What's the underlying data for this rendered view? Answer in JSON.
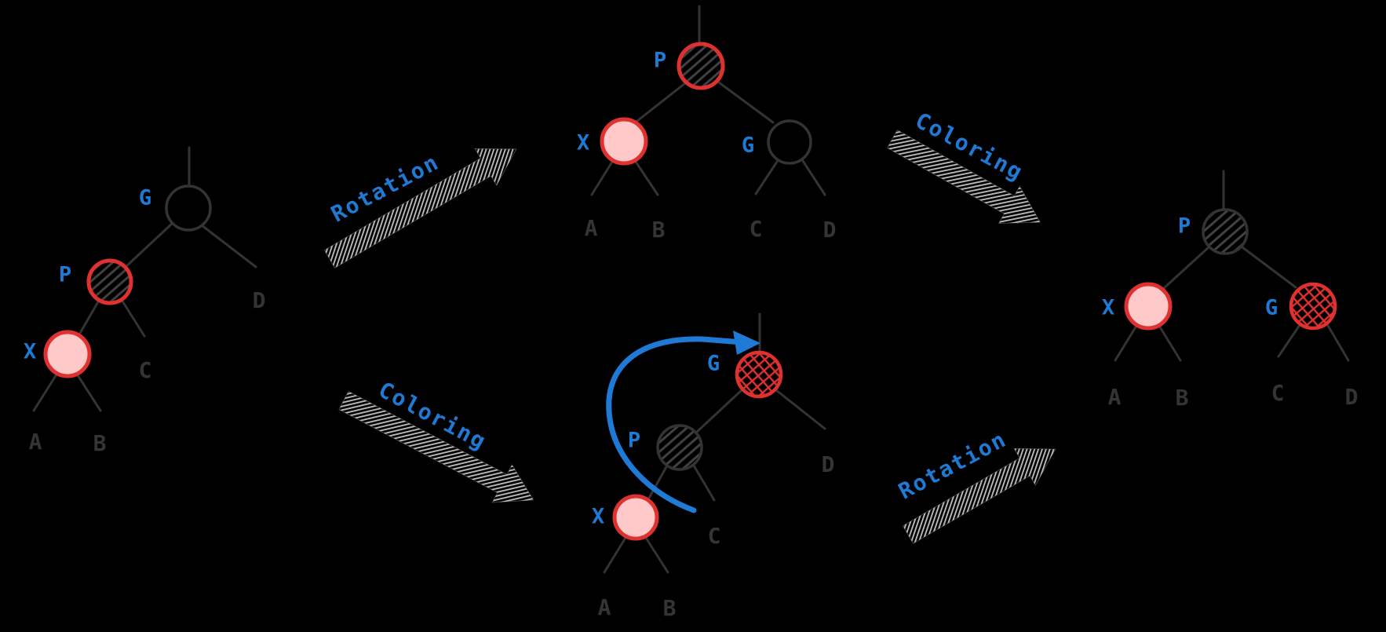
{
  "colors": {
    "background": "#000000",
    "blue": "#1e7ad4",
    "red": "#e03131",
    "pink": "#ffc9c9",
    "dark_stroke": "#333333",
    "dark_hatch": "#414141",
    "arrow_hatch": "#b9b9b9",
    "leaf_label": "#343434"
  },
  "arrows": {
    "top_rotation": {
      "label": "Rotation"
    },
    "top_coloring": {
      "label": "Coloring"
    },
    "bottom_coloring": {
      "label": "Coloring"
    },
    "bottom_rotation": {
      "label": "Rotation"
    }
  },
  "trees": {
    "initial": {
      "nodes": {
        "g": {
          "label": "G",
          "style": "black-outline"
        },
        "p": {
          "label": "P",
          "style": "red-hatched"
        },
        "x": {
          "label": "X",
          "style": "red-filled"
        }
      },
      "leaves": {
        "a": "A",
        "b": "B",
        "c": "C",
        "d": "D"
      }
    },
    "after_rotation": {
      "nodes": {
        "p": {
          "label": "P",
          "style": "red-hatched"
        },
        "x": {
          "label": "X",
          "style": "red-filled"
        },
        "g": {
          "label": "G",
          "style": "black-outline"
        }
      },
      "leaves": {
        "a": "A",
        "b": "B",
        "c": "C",
        "d": "D"
      }
    },
    "after_coloring": {
      "nodes": {
        "g": {
          "label": "G",
          "style": "red-crosshatched"
        },
        "p": {
          "label": "P",
          "style": "black-hatched"
        },
        "x": {
          "label": "X",
          "style": "red-filled"
        }
      },
      "leaves": {
        "a": "A",
        "b": "B",
        "c": "C",
        "d": "D"
      }
    },
    "final": {
      "nodes": {
        "p": {
          "label": "P",
          "style": "black-hatched"
        },
        "x": {
          "label": "X",
          "style": "red-filled"
        },
        "g": {
          "label": "G",
          "style": "red-crosshatched"
        }
      },
      "leaves": {
        "a": "A",
        "b": "B",
        "c": "C",
        "d": "D"
      }
    }
  }
}
